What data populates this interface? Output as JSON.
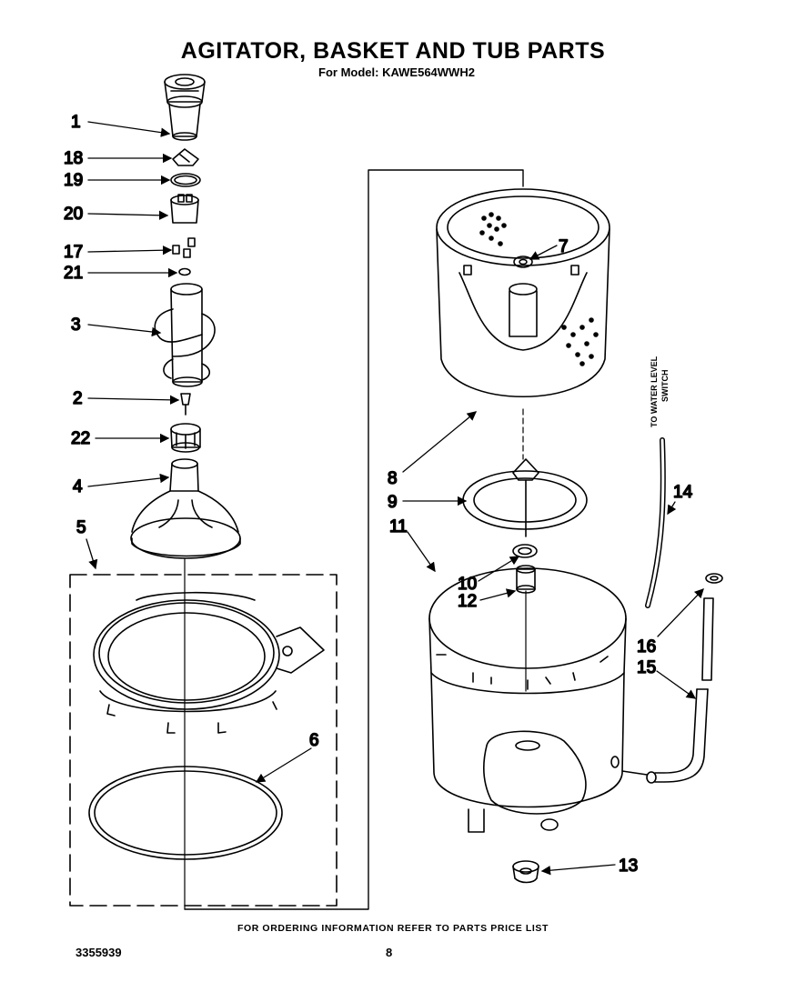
{
  "title": "AGITATOR, BASKET AND TUB PARTS",
  "subtitle": "For Model: KAWE564WWH2",
  "footer": {
    "ordering_note": "FOR ORDERING INFORMATION REFER TO PARTS PRICE LIST",
    "doc_number": "3355939",
    "page_number": "8"
  },
  "side_note": {
    "line1": "TO WATER LEVEL",
    "line2": "SWITCH"
  },
  "callouts": {
    "c1": "1",
    "c18": "18",
    "c19": "19",
    "c20": "20",
    "c17": "17",
    "c21": "21",
    "c3": "3",
    "c2": "2",
    "c22": "22",
    "c4": "4",
    "c5": "5",
    "c6": "6",
    "c7": "7",
    "c8": "8",
    "c9": "9",
    "c11": "11",
    "c10": "10",
    "c12": "12",
    "c13": "13",
    "c14": "14",
    "c16": "16",
    "c15": "15"
  }
}
